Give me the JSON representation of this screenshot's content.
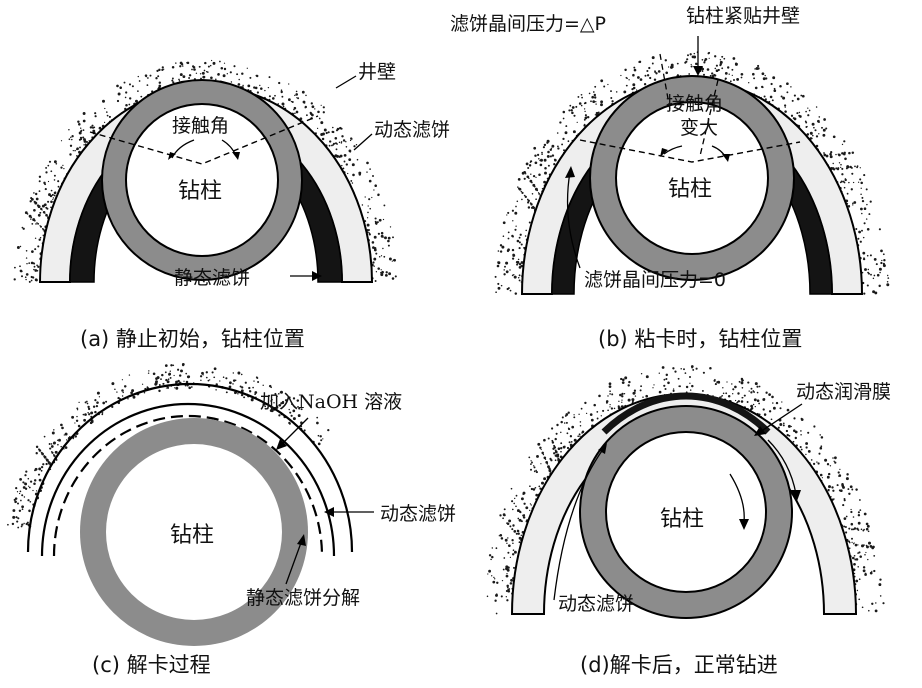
{
  "colors": {
    "pipe": "#8c8c8c",
    "static_cake": "#141414",
    "dynamic_cake": "#eeeeee",
    "wall_speckle": "#1a1a1a",
    "line": "#000000"
  },
  "panel_a": {
    "caption": "(a) 静止初始，钻柱位置",
    "label_wall": "井壁",
    "label_dynamic_cake": "动态滤饼",
    "label_contact_angle": "接触角",
    "label_pipe": "钻柱",
    "label_static_cake": "静态滤饼"
  },
  "panel_b": {
    "caption": "(b) 粘卡时，钻柱位置",
    "label_pressure_top": "滤饼晶间压力=△P",
    "label_pipe_against_wall": "钻柱紧贴井壁",
    "label_contact_angle_line1": "接触角",
    "label_contact_angle_line2": "变大",
    "label_pipe": "钻柱",
    "label_pressure_zero": "滤饼晶间压力=0"
  },
  "panel_c": {
    "caption": "(c) 解卡过程",
    "label_naoh": "加入NaOH 溶液",
    "label_dynamic_cake": "动态滤饼",
    "label_pipe": "钻柱",
    "label_static_decompose": "静态滤饼分解"
  },
  "panel_d": {
    "caption": "(d)解卡后，正常钻进",
    "label_lubricating_film": "动态润滑膜",
    "label_pipe": "钻柱",
    "label_dynamic_cake": "动态滤饼"
  }
}
